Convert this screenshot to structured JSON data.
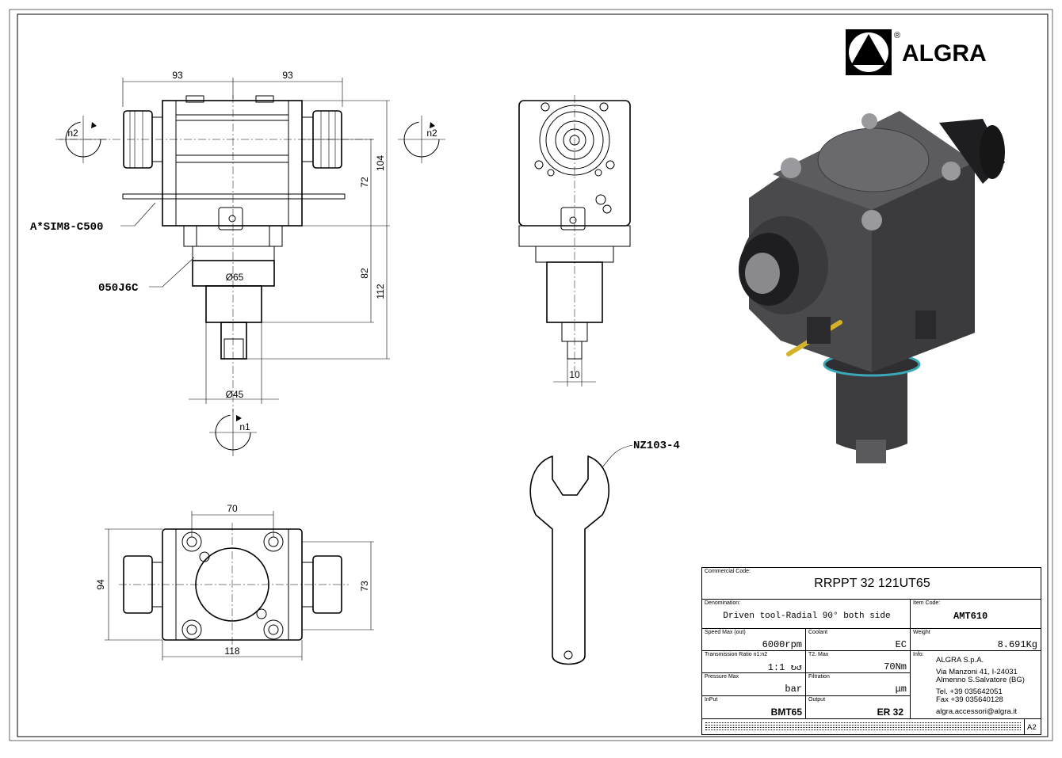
{
  "brand": {
    "name": "ALGRA",
    "registered": "®"
  },
  "dimensions": {
    "width_left": "93",
    "width_right": "93",
    "height_72": "72",
    "height_104": "104",
    "height_82": "82",
    "height_112": "112",
    "dia_65": "Ø65",
    "dia_45": "Ø45",
    "side_10": "10",
    "bottom_70": "70",
    "bottom_94": "94",
    "bottom_73": "73",
    "bottom_118": "118"
  },
  "labels": {
    "n2_left": "n2",
    "n2_right": "n2",
    "n1": "n1",
    "seal": "A*SIM8-C500",
    "oring": "050J6C",
    "wrench": "NZ103-4"
  },
  "title_block": {
    "commercial_code_caption": "Commercial Code:",
    "commercial_code": "RRPPT 32 121UT65",
    "denomination_caption": "Denomination:",
    "denomination": "Driven tool-Radial 90° both side",
    "item_code_caption": "Item Code:",
    "item_code": "AMT610",
    "speed_caption": "Speed Max (out)",
    "speed": "6000rpm",
    "coolant_caption": "Coolant",
    "coolant": "EC",
    "weight_caption": "Weight",
    "weight": "8.691Kg",
    "ratio_caption": "Transmission Ratio n1:n2",
    "ratio": "1:1 ↻↺",
    "torque_caption": "T2. Max",
    "torque": "70Nm",
    "info_caption": "Info:",
    "company": "ALGRA S.p.A.",
    "address1": "Via Manzoni 41, I-24031",
    "address2": "Almenno S.Salvatore (BG)",
    "tel": "Tel. +39 035642051",
    "fax": "Fax +39 035640128",
    "email": "algra.accessori@algra.it",
    "pressure_caption": "Pressure Max",
    "pressure": "bar",
    "filtration_caption": "Filtration",
    "filtration": "μm",
    "input_caption": "InPut",
    "input": "BMT65",
    "output_caption": "Output",
    "output": "ER 32",
    "sheet_size": "A2"
  }
}
